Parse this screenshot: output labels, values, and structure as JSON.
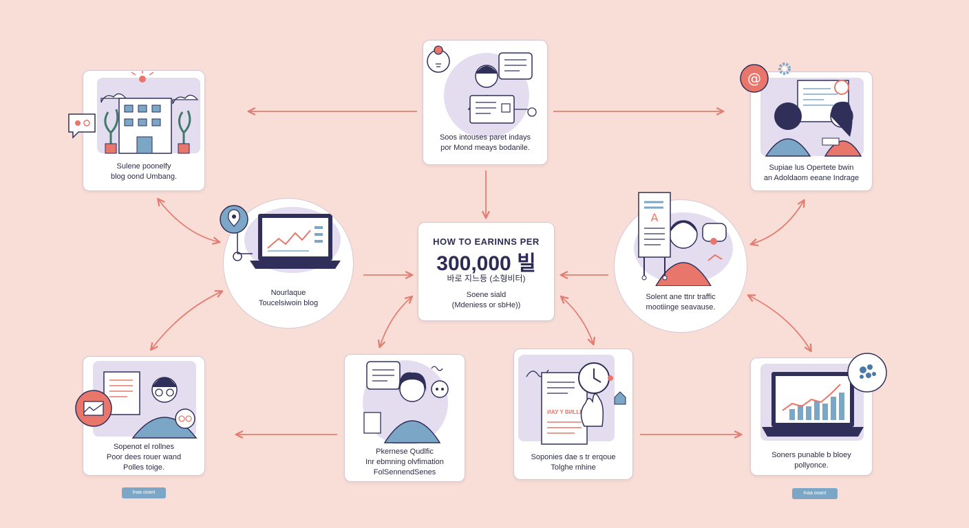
{
  "center": {
    "title": "HOW TO EARINNS PER",
    "amount": "300,000 빌",
    "subtitle": "바로 지느등 (소형비터)",
    "note_line1": "Soene siald",
    "note_line2": "(Mdeniess or sbHe))"
  },
  "nodes": {
    "top_center": {
      "line1": "Soos intouses paret indays",
      "line2": "por Mond meays bodanile."
    },
    "top_left": {
      "line1": "Sulene poonelfy",
      "line2": "blog oond Umbang."
    },
    "top_right": {
      "line1": "Supiae lus Opertete bwin",
      "line2": "an Adoldaom eeane Indrage"
    },
    "mid_left": {
      "line1": "Nourlaque",
      "line2": "Toucelsiwoin blog"
    },
    "mid_right": {
      "line1": "Solent ane ttnr traffic",
      "line2": "mootiinge seavause."
    },
    "bottom_left": {
      "line1": "Sopenot el rollnes",
      "line2": "Poor dees rouer wand",
      "line3": "Polles toige."
    },
    "bottom_center_left": {
      "line1": "Pkernese Qudlfic",
      "line2": "Inr ebmning olvfimation",
      "line3": "FolSennendSenes"
    },
    "bottom_center_right": {
      "line1": "Soponies dae s tr erqoue",
      "line2": "Tolghe mhine"
    },
    "bottom_right": {
      "line1": "Soners punable b bloey",
      "line2": "pollyonce."
    }
  },
  "tags": {
    "left": "lnaa ooant",
    "right": "lnaa ooant"
  },
  "doc_label": "ИАУ Y ВИLLЕ",
  "colors": {
    "background": "#f8ded6",
    "arrow": "#e27d72",
    "accent_coral": "#e8766a",
    "navy": "#2f2f5a",
    "lavender": "#e4ddf0",
    "blue": "#7ba6c6"
  }
}
